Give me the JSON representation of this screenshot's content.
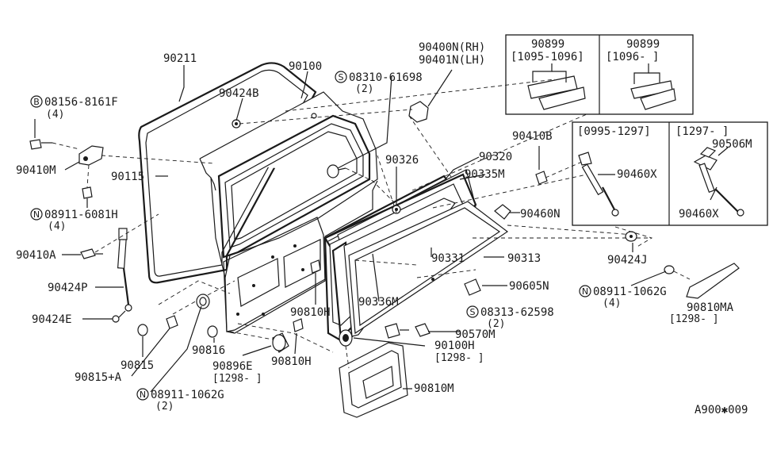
{
  "diagram": {
    "id_code": "A900✱009",
    "parts": {
      "p90211": "90211",
      "p90100": "90100",
      "p90424B": "90424B",
      "bolt_code": "08156-8161F",
      "bolt_qty": "(4)",
      "bolt_prefix": "B",
      "p90410M": "90410M",
      "p90115": "90115",
      "nut1_prefix": "N",
      "nut1_code": "08911-6081H",
      "nut1_qty": "(4)",
      "p90410A": "90410A",
      "p90424P": "90424P",
      "p90424E": "90424E",
      "p90815": "90815",
      "p90815A": "90815+A",
      "nut2_prefix": "N",
      "nut2_code": "08911-1062G",
      "nut2_qty": "(2)",
      "p90816": "90816",
      "p90896E": "90896E",
      "p90896E_date": "[1298-      ]",
      "p90810H_a": "90810H",
      "p90810H_b": "90810H",
      "screw1_prefix": "S",
      "screw1_code": "08310-61698",
      "screw1_qty": "(2)",
      "p90400N": "90400N(RH)",
      "p90401N": "90401N(LH)",
      "p90326": "90326",
      "p90320": "90320",
      "p90335M": "90335M",
      "p90331": "90331",
      "p90313": "90313",
      "p90336M": "90336M",
      "p90605N": "90605N",
      "screw2_prefix": "S",
      "screw2_code": "08313-62598",
      "screw2_qty": "(2)",
      "p90570M": "90570M",
      "p90100H": "90100H",
      "p90100H_date": "[1298-      ]",
      "p90810M": "90810M",
      "p90410B": "90410B",
      "p90460N": "90460N",
      "p90424J": "90424J",
      "nut3_prefix": "N",
      "nut3_code": "08911-1062G",
      "nut3_qty": "(4)",
      "p90810MA": "90810MA",
      "p90810MA_date": "[1298-      ]"
    },
    "inset_top": {
      "left_code": "90899",
      "left_date": "[1095-1096]",
      "right_code": "90899",
      "right_date": "[1096-      ]"
    },
    "inset_mid": {
      "left_date": "[0995-1297]",
      "right_date": "[1297-      ]",
      "left_part": "90460X",
      "right_part_a": "90506M",
      "right_part_b": "90460X"
    }
  }
}
